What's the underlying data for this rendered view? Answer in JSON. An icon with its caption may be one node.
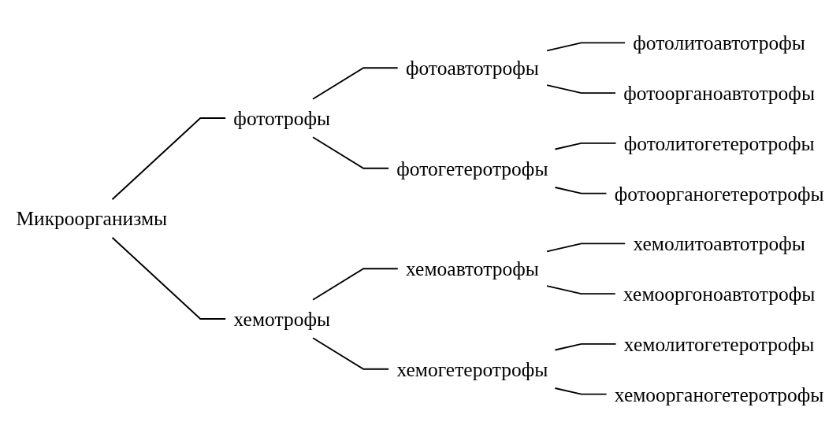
{
  "diagram": {
    "nodes": [
      {
        "text": [
          "Микроорганизмы"
        ]
      },
      {
        "text": [
          "фототрофы"
        ]
      },
      {
        "text": [
          "хемотрофы"
        ]
      },
      {
        "text": [
          "фотоавтотрофы"
        ]
      },
      {
        "text": [
          "фотогетеротрофы"
        ]
      },
      {
        "text": [
          "хемоавтотрофы"
        ]
      },
      {
        "text": [
          "хемогетеротрофы"
        ]
      },
      {
        "text": [
          "фотолитоавтотрофы"
        ]
      },
      {
        "text": [
          "фотоорганоавтотрофы"
        ]
      },
      {
        "text": [
          "фотолитогетеротрофы"
        ]
      },
      {
        "text": [
          "фотоорганогетеротрофы"
        ]
      },
      {
        "text": [
          "хемолитоавтотрофы"
        ]
      },
      {
        "text": [
          "хемооргоноавтотрофы"
        ]
      },
      {
        "text": [
          "хемолитогетеротрофы"
        ]
      },
      {
        "text": [
          "хемоорганогетеротрофы"
        ]
      }
    ],
    "edges": [
      {
        "from": 0,
        "to": 1,
        "arrow": "none"
      },
      {
        "from": 0,
        "to": 2,
        "arrow": "none"
      },
      {
        "from": 1,
        "to": 3,
        "arrow": "none"
      },
      {
        "from": 1,
        "to": 4,
        "arrow": "none"
      },
      {
        "from": 2,
        "to": 5,
        "arrow": "none"
      },
      {
        "from": 2,
        "to": 6,
        "arrow": "none"
      },
      {
        "from": 3,
        "to": 7,
        "arrow": "none"
      },
      {
        "from": 3,
        "to": 8,
        "arrow": "none"
      },
      {
        "from": 4,
        "to": 9,
        "arrow": "none"
      },
      {
        "from": 4,
        "to": 10,
        "arrow": "none"
      },
      {
        "from": 5,
        "to": 11,
        "arrow": "none"
      },
      {
        "from": 5,
        "to": 12,
        "arrow": "none"
      },
      {
        "from": 6,
        "to": 13,
        "arrow": "none"
      },
      {
        "from": 6,
        "to": 14,
        "arrow": "none"
      }
    ]
  }
}
